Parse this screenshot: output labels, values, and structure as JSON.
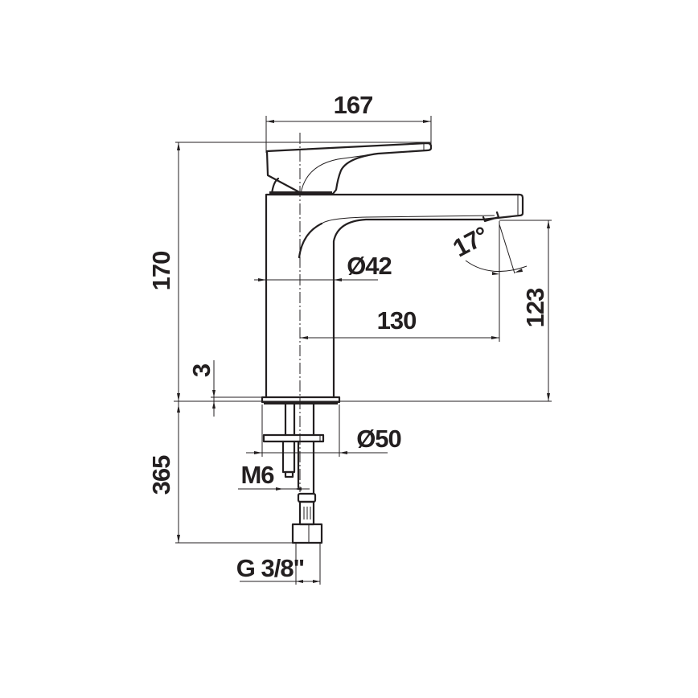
{
  "drawing": {
    "subject": "Single-lever basin mixer tap — side elevation with dimensions",
    "units": "mm",
    "line_color": "#231f20",
    "background": "#ffffff"
  },
  "dimensions": {
    "total_width": {
      "label": "167",
      "description": "Horizontal span from body back to lever tip"
    },
    "total_height": {
      "label": "170",
      "description": "Height from deck to top of lever"
    },
    "body_diameter": {
      "label": "Ø42",
      "description": "Body diameter"
    },
    "spout_reach": {
      "label": "130",
      "description": "Spout reach from body centre to outlet"
    },
    "spout_outlet_height": {
      "label": "123",
      "description": "Height from deck to spout outlet"
    },
    "outlet_angle": {
      "label": "17°",
      "description": "Spout outlet angle"
    },
    "base_thickness": {
      "label": "3",
      "description": "Base plate thickness"
    },
    "base_diameter": {
      "label": "Ø50",
      "description": "Base / escutcheon diameter"
    },
    "flex_hose_length": {
      "label": "365",
      "description": "Flexible hose length below deck"
    },
    "fixing_stud": {
      "label": "M6",
      "description": "Threaded fixing stud"
    },
    "connection_thread": {
      "label": "G 3/8\"",
      "description": "Hose connection thread"
    }
  }
}
